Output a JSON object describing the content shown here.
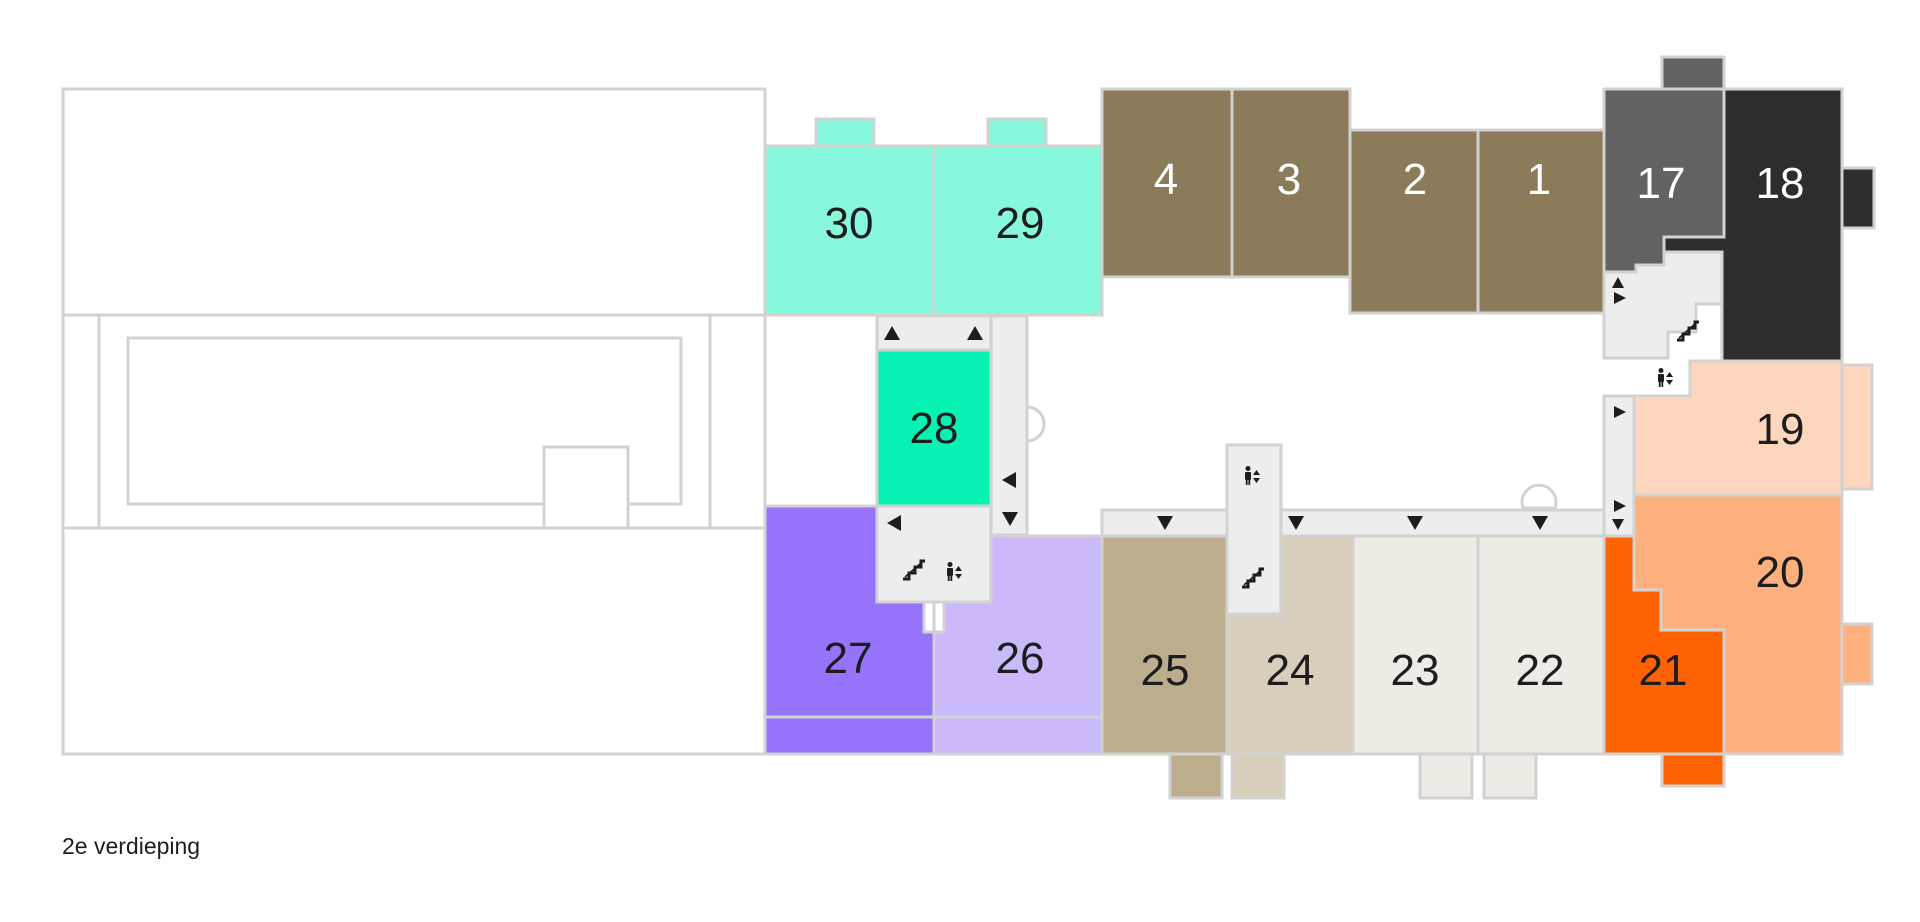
{
  "floor_label": "2e verdieping",
  "colors": {
    "outline": "#d2d2d2",
    "corridor": "#ededed",
    "room_empty": "#ffffff",
    "mint": "#88f8dc",
    "mint_bright": "#05f2b3",
    "olive_brown": "#8c7b5a",
    "dark_gray": "#626262",
    "near_black": "#2d2d2d",
    "peach_light": "#fdd6bd",
    "peach": "#fdb07d",
    "orange": "#ff6203",
    "violet": "#9573fa",
    "lavender": "#cbb9fb",
    "tan": "#bcae8d",
    "sand": "#d7cebb",
    "off_white": "#eeebe4",
    "text_dark": "#1d1d1d",
    "text_light": "#ffffff",
    "icon": "#1d1d1d"
  },
  "rooms": {
    "r1": "1",
    "r2": "2",
    "r3": "3",
    "r4": "4",
    "r17": "17",
    "r18": "18",
    "r19": "19",
    "r20": "20",
    "r21": "21",
    "r22": "22",
    "r23": "23",
    "r24": "24",
    "r25": "25",
    "r26": "26",
    "r27": "27",
    "r28": "28",
    "r29": "29",
    "r30": "30"
  },
  "icons": [
    "stairs-icon",
    "elevator-icon",
    "arrow-up-icon",
    "arrow-down-icon",
    "arrow-left-icon",
    "arrow-right-icon"
  ]
}
